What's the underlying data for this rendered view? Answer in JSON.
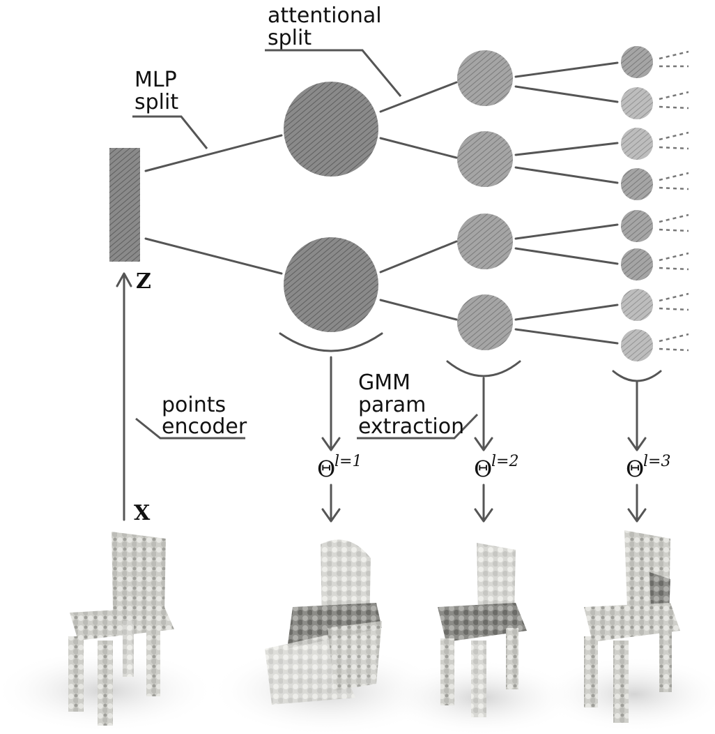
{
  "labels": {
    "attentional_split": [
      "attentional",
      "split"
    ],
    "mlp_split": [
      "MLP",
      "split"
    ],
    "points_encoder": [
      "points",
      "encoder"
    ],
    "gmm_param_extraction": [
      "GMM",
      "param",
      "extraction"
    ]
  },
  "variables": {
    "latent": "Z",
    "input": "X"
  },
  "theta": {
    "symbol": "Θ",
    "levels": [
      "l=1",
      "l=2",
      "l=3"
    ]
  },
  "colors": {
    "node_dark": "#7a7a7a",
    "node_mid": "#9a9a9a",
    "node_light": "#b5b5b5",
    "wire": "#555555",
    "chair": "#d0d0cc"
  }
}
